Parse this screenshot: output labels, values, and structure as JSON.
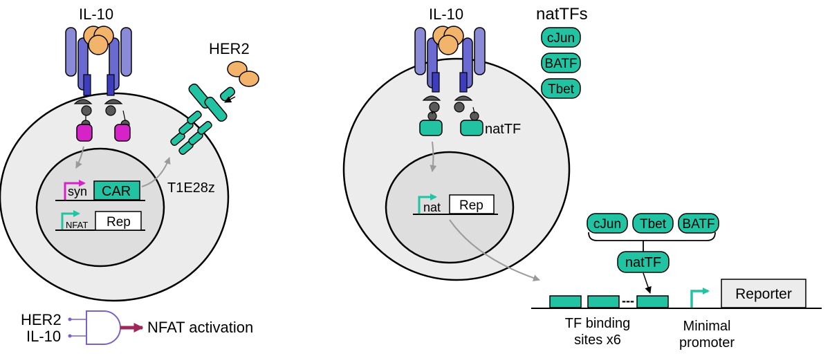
{
  "colors": {
    "teal": "#22c3a3",
    "magenta": "#d623c8",
    "receptor": "#8a8ad6",
    "receptor_dark": "#3d3dbd",
    "ligand": "#f2b36a",
    "cell": "#ececec",
    "joint": "#595959",
    "arrow_gray": "#9a9a9a",
    "and_gate": "#7a60c8",
    "output_arrow": "#a0275a"
  },
  "left_panel": {
    "ligand_label": "IL-10",
    "antigen_label": "HER2",
    "car_label": "T1E28z",
    "syn_promoter": "syn",
    "car_gene": "CAR",
    "nfat_promoter": "NFAT",
    "rep_gene": "Rep",
    "gate": {
      "input1": "HER2",
      "input2": "IL-10",
      "output": "NFAT activation"
    }
  },
  "right_panel": {
    "ligand_label": "IL-10",
    "natTFs_title": "natTFs",
    "tf_list": [
      "cJun",
      "BATF",
      "Tbet"
    ],
    "effector_label": "natTF",
    "nat_promoter": "nat",
    "rep_gene": "Rep",
    "detail": {
      "tfs": [
        "cJun",
        "Tbet",
        "BATF"
      ],
      "natTF_label": "natTF",
      "reporter": "Reporter",
      "sites_label_1": "TF binding",
      "sites_label_2": "sites x6",
      "promoter_label_1": "Minimal",
      "promoter_label_2": "promoter",
      "dots": "---"
    }
  }
}
